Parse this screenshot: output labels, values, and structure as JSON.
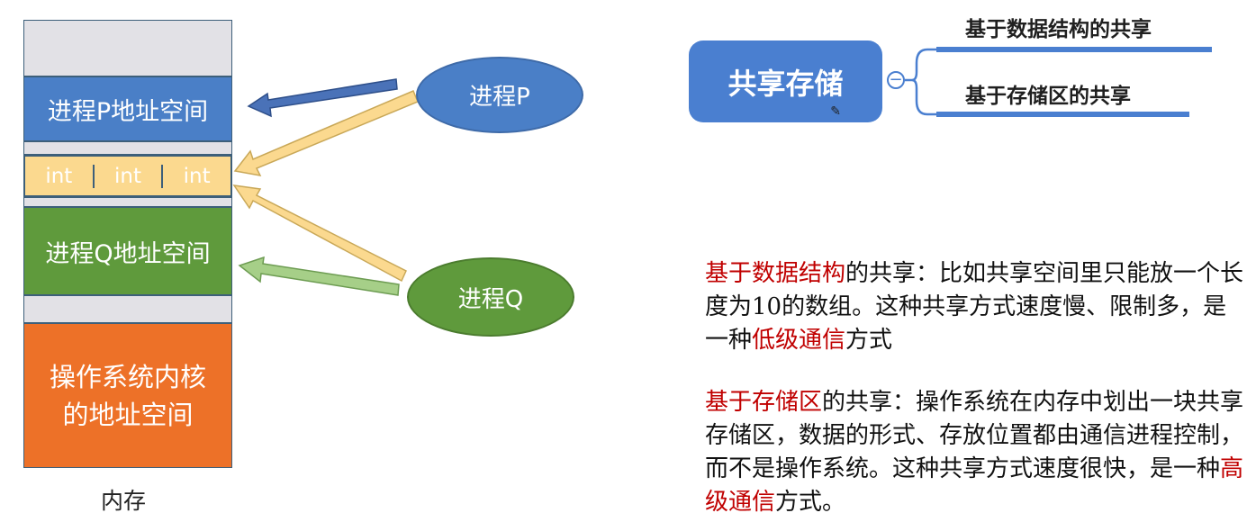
{
  "memory": {
    "process_p_space": "进程P地址空间",
    "shared_cells": [
      "int",
      "int",
      "int"
    ],
    "process_q_space": "进程Q地址空间",
    "os_space_line1": "操作系统内核",
    "os_space_line2": "的地址空间",
    "caption": "内存"
  },
  "processes": {
    "p": "进程P",
    "q": "进程Q"
  },
  "mindmap": {
    "root": "共享存储",
    "branches": [
      "基于数据结构的共享",
      "基于存储区的共享"
    ]
  },
  "description": {
    "para1": {
      "term": "基于数据结构",
      "part1": "的共享：比如共享空间里只能放一个长度为10的数组。这种共享方式速度慢、限制多，是一种",
      "emph": "低级通信",
      "part2": "方式"
    },
    "para2": {
      "term": "基于存储区",
      "part1": "的共享：操作系统在内存中划出一块共享存储区，数据的形式、存放位置都由通信进程控制，而不是操作系统。这种共享方式速度很快，是一种",
      "emph": "高级通信",
      "part2": "方式。"
    }
  },
  "colors": {
    "blue": "#4a7fc7",
    "green": "#5f9a3c",
    "orange": "#ed7128",
    "yellow": "#fbd98f",
    "red_emphasis": "#c00000"
  }
}
